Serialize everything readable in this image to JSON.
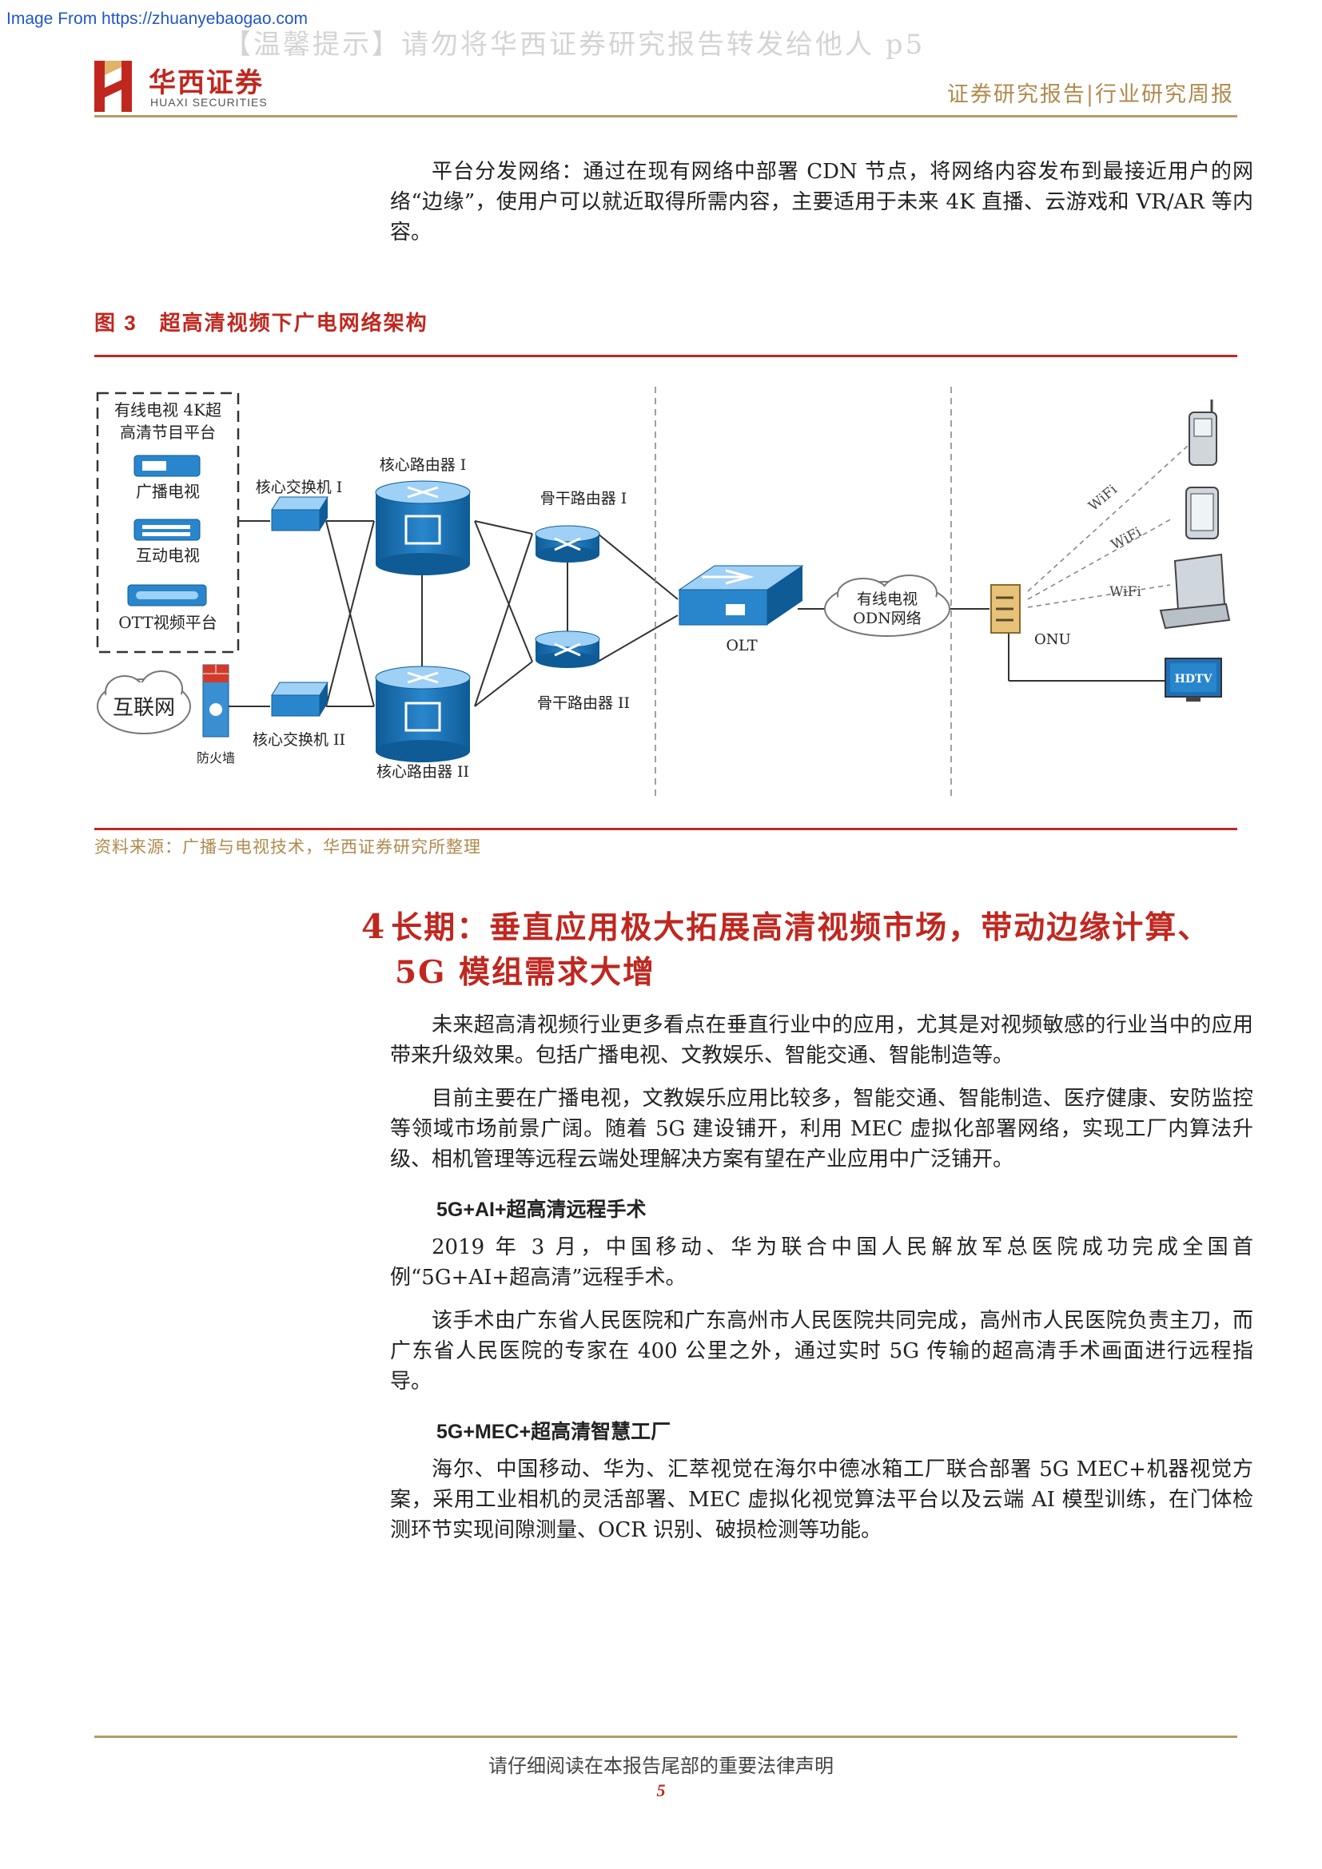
{
  "source_url": "Image From https://zhuanyebaogao.com",
  "watermark": "【温馨提示】请勿将华西证券研究报告转发给他人 p5",
  "header": {
    "logo_cn": "华西证券",
    "logo_en": "HUAXI SECURITIES",
    "report_type": "证券研究报告|行业研究周报"
  },
  "intro_paragraph": "平台分发网络：通过在现有网络中部署 CDN 节点，将网络内容发布到最接近用户的网络“边缘”，使用户可以就近取得所需内容，主要适用于未来 4K 直播、云游戏和 VR/AR 等内容。",
  "figure": {
    "title": "图 3　超高清视频下广电网络架构",
    "source": "资料来源：广播与电视技术，华西证券研究所整理",
    "diagram": {
      "platform_title_line1": "有线电视 4K超",
      "platform_title_line2": "高清节目平台",
      "broadcast_tv": "广播电视",
      "interactive_tv": "互动电视",
      "ott_platform": "OTT视频平台",
      "internet": "互联网",
      "firewall": "防火墙",
      "core_switch_1": "核心交换机 I",
      "core_switch_2": "核心交换机 II",
      "core_router_1": "核心路由器 I",
      "core_router_2": "核心路由器 II",
      "backbone_router_1": "骨干路由器 I",
      "backbone_router_2": "骨干路由器 II",
      "olt": "OLT",
      "odn_line1": "有线电视",
      "odn_line2": "ODN网络",
      "onu": "ONU",
      "wifi": "WiFi",
      "hdtv": "HDTV"
    }
  },
  "section": {
    "number": "4",
    "title_line1": "长期：垂直应用极大拓展高清视频市场，带动边缘计算、",
    "title_line2": "5G 模组需求大增"
  },
  "paragraphs": [
    "未来超高清视频行业更多看点在垂直行业中的应用，尤其是对视频敏感的行业当中的应用带来升级效果。包括广播电视、文教娱乐、智能交通、智能制造等。",
    "目前主要在广播电视，文教娱乐应用比较多，智能交通、智能制造、医疗健康、安防监控等领域市场前景广阔。随着 5G 建设铺开，利用 MEC 虚拟化部署网络，实现工厂内算法升级、相机管理等远程云端处理解决方案有望在产业应用中广泛铺开。"
  ],
  "case1": {
    "heading": "5G+AI+超高清远程手术",
    "paragraphs": [
      "2019 年 3 月，中国移动、华为联合中国人民解放军总医院成功完成全国首例“5G+AI+超高清”远程手术。",
      "该手术由广东省人民医院和广东高州市人民医院共同完成，高州市人民医院负责主刀，而广东省人民医院的专家在 400 公里之外，通过实时 5G 传输的超高清手术画面进行远程指导。"
    ]
  },
  "case2": {
    "heading": "5G+MEC+超高清智慧工厂",
    "paragraphs": [
      "海尔、中国移动、华为、汇萃视觉在海尔中德冰箱工厂联合部署 5G MEC+机器视觉方案，采用工业相机的灵活部署、MEC 虚拟化视觉算法平台以及云端 AI 模型训练，在门体检测环节实现间隙测量、OCR 识别、破损检测等功能。"
    ]
  },
  "footer": {
    "note": "请仔细阅读在本报告尾部的重要法律声明",
    "page": "5"
  },
  "colors": {
    "brand_red": "#c0271f",
    "gold": "#b89a63",
    "device_blue": "#1f6fb5"
  }
}
